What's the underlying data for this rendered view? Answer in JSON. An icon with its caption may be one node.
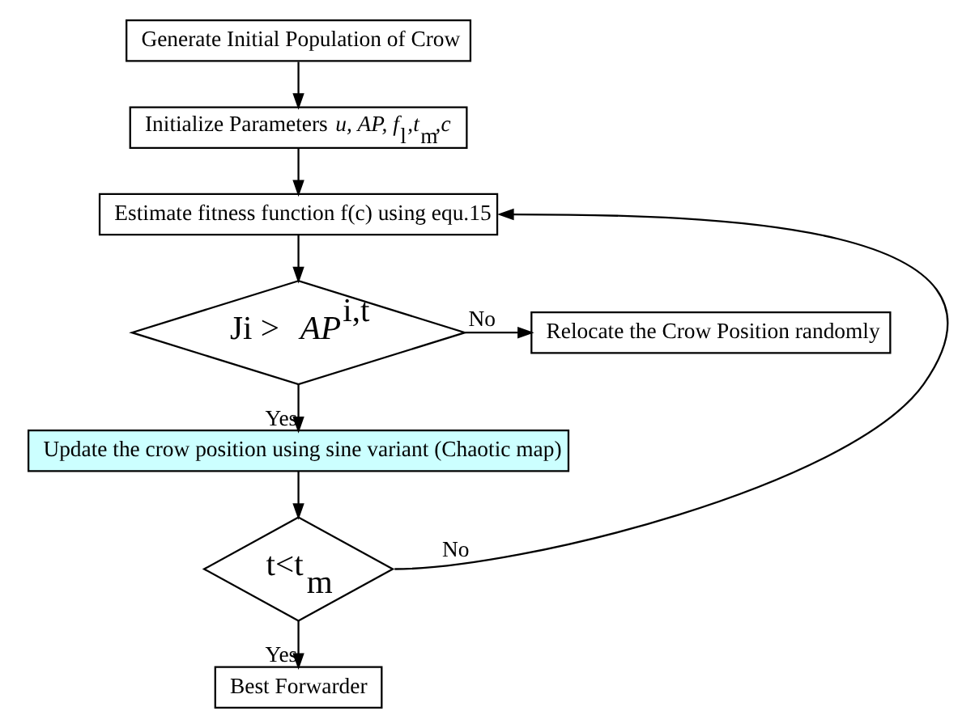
{
  "diagram": {
    "nodes": [
      {
        "text": [
          "Generate Initial Population of Crow"
        ]
      },
      {
        "text": [
          "Initialize Parameters *u, AP, f*$_{l}$*,t*$_{m}$*,c*"
        ]
      },
      {
        "text": [
          "Estimate fitness function f(c) using equ.15"
        ]
      },
      {
        "text": [
          "Ji > *AP*$^{i,t}$"
        ]
      },
      {
        "text": [
          "Relocate the Crow Position randomly"
        ]
      },
      {
        "text": [
          "Update the crow position using sine variant (Chaotic map)"
        ]
      },
      {
        "text": [
          "t<t$_{m}$"
        ]
      },
      {
        "text": [
          "Best Forwarder"
        ]
      }
    ],
    "edges": [
      {
        "from": 0,
        "to": 1,
        "arrow": "to"
      },
      {
        "from": 1,
        "to": 2,
        "arrow": "to"
      },
      {
        "from": 2,
        "to": 3,
        "arrow": "to"
      },
      {
        "from": 3,
        "to": 4,
        "arrow": "to",
        "label": "No"
      },
      {
        "from": 3,
        "to": 5,
        "arrow": "to",
        "label": "Yes"
      },
      {
        "from": 5,
        "to": 6,
        "arrow": "to"
      },
      {
        "from": 6,
        "to": 7,
        "arrow": "to",
        "label": "Yes"
      },
      {
        "from": 6,
        "to": 2,
        "arrow": "to",
        "label": "No"
      }
    ]
  }
}
